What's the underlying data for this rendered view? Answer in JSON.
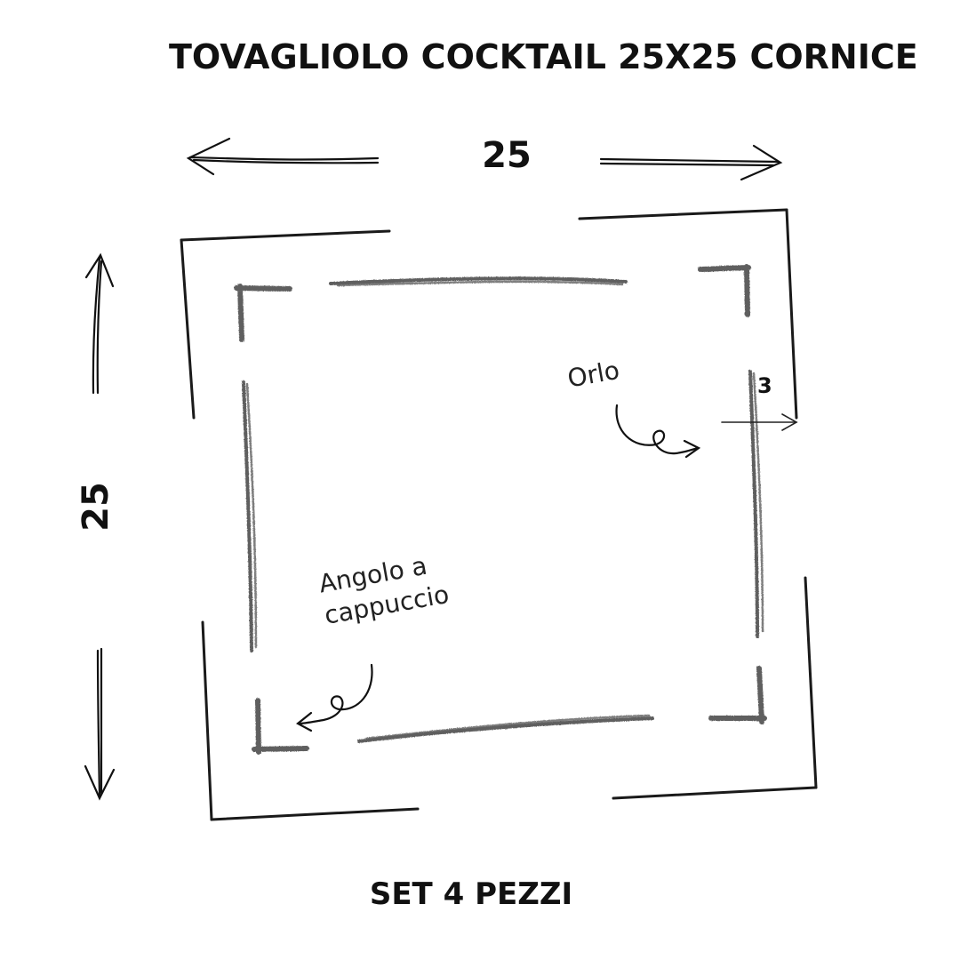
{
  "title": "TOVAGLIOLO COCKTAIL 25X25 CORNICE",
  "dimensions": {
    "width_label": "25",
    "height_label": "25",
    "hem_width_label": "3"
  },
  "annotations": {
    "hem": "Orlo",
    "corner_line1": "Angolo a",
    "corner_line2": "cappuccio"
  },
  "footer": "SET 4 PEZZI",
  "colors": {
    "outline": "#1a1a1a",
    "frame_stroke": "#5f5f5f"
  }
}
